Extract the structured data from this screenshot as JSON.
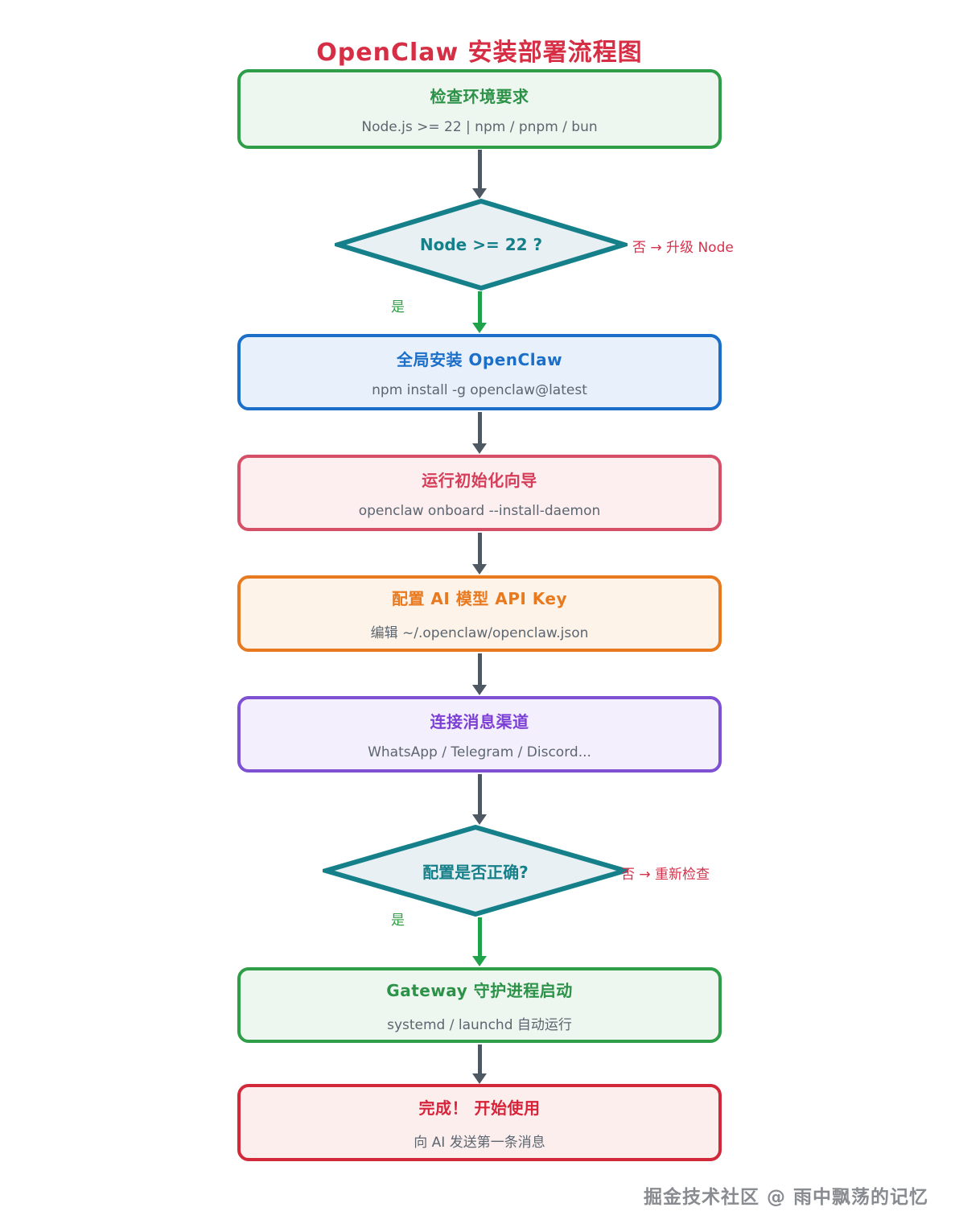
{
  "page": {
    "title": "OpenClaw 安装部署流程图",
    "watermark": "掘金技术社区 @ 雨中飘荡的记忆"
  },
  "colors": {
    "title_red": "#d62f45",
    "green": "#2f9e48",
    "blue": "#1b6fc8",
    "red": "#d54f66",
    "orange": "#e8791e",
    "purple": "#7e51d2",
    "final_red": "#d2293a",
    "teal_decision": "#15808a",
    "arrow_gray": "#4d5863",
    "arrow_green": "#1fa24a",
    "label_no_red": "#d6314b",
    "label_yes_green": "#2f9e44"
  },
  "flow": {
    "nodes": [
      {
        "id": "check-env",
        "title": "检查环境要求",
        "subtitle": "Node.js >= 22 | npm / pnpm / bun"
      },
      {
        "id": "install-global",
        "title": "全局安装 OpenClaw",
        "subtitle": "npm install -g openclaw@latest"
      },
      {
        "id": "run-onboard",
        "title": "运行初始化向导",
        "subtitle": "openclaw onboard --install-daemon"
      },
      {
        "id": "configure-api-key",
        "title": "配置 AI 模型 API Key",
        "subtitle": "编辑 ~/.openclaw/openclaw.json"
      },
      {
        "id": "connect-channels",
        "title": "连接消息渠道",
        "subtitle": "WhatsApp / Telegram / Discord..."
      },
      {
        "id": "gateway-daemon",
        "title": "Gateway 守护进程启动",
        "subtitle": "systemd / launchd 自动运行"
      },
      {
        "id": "done",
        "title": "完成！ 开始使用",
        "subtitle": "向 AI 发送第一条消息"
      }
    ],
    "decisions": [
      {
        "id": "node-version",
        "label": "Node >= 22 ?",
        "yes_label": "是",
        "no_label": "否 → 升级 Node"
      },
      {
        "id": "config-valid",
        "label": "配置是否正确?",
        "yes_label": "是",
        "no_label": "否 → 重新检查"
      }
    ]
  }
}
